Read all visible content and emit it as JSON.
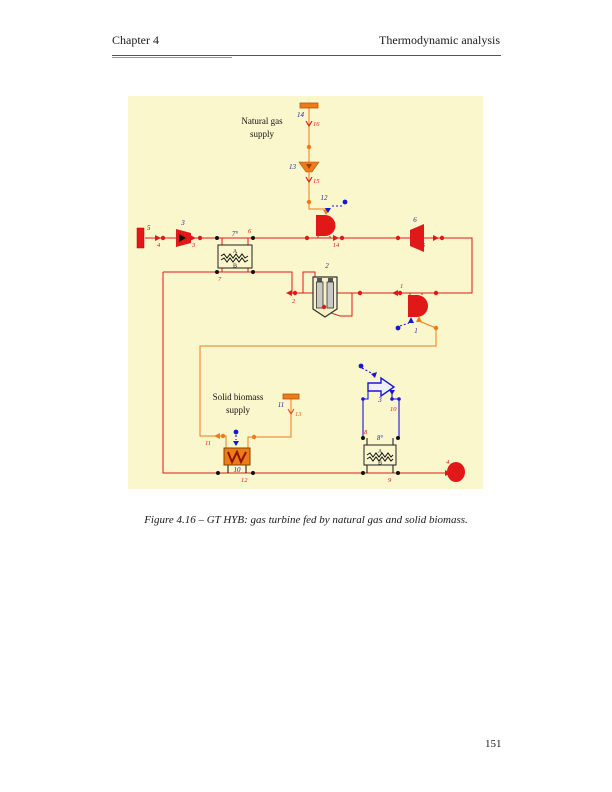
{
  "page": {
    "header_left": "Chapter 4",
    "header_right": "Thermodynamic analysis",
    "caption": "Figure 4.16 – GT HYB: gas turbine fed by natural gas and solid biomass.",
    "page_number": "151"
  },
  "diagram": {
    "natural_gas_supply": [
      "Natural gas",
      "supply"
    ],
    "solid_biomass_supply": [
      "Solid biomass",
      "supply"
    ],
    "component_labels": {
      "ng_source": "14",
      "ng_valve": "13",
      "ng_combustor": "12",
      "air_intake": "5",
      "compressor": "3",
      "recuperator": "7°",
      "high_temp_exchanger": "2",
      "turbine": "6",
      "biomass_combustor": "1",
      "biomass_source": "11",
      "biomass_furnace": "10",
      "air_fan": "3",
      "air_preheater": "8°"
    },
    "stream_labels": {
      "s16": "16",
      "s15": "15",
      "s14": "14",
      "s4": "4",
      "s3": "3",
      "s6": "6",
      "s7": "7",
      "s2": "2",
      "s1": "1",
      "s5": "5",
      "s11": "11",
      "s13": "13",
      "s12": "12",
      "s9": "9",
      "s8": "8",
      "s10": "10",
      "s4_exhaust": "4"
    },
    "hx_side_labels": {
      "a": "A",
      "b": "B"
    },
    "colors": {
      "background": "#fbf7cd",
      "red": "#e01818",
      "orange": "#ee7b17",
      "blue": "#1717d8",
      "navy": "#24249a"
    }
  }
}
